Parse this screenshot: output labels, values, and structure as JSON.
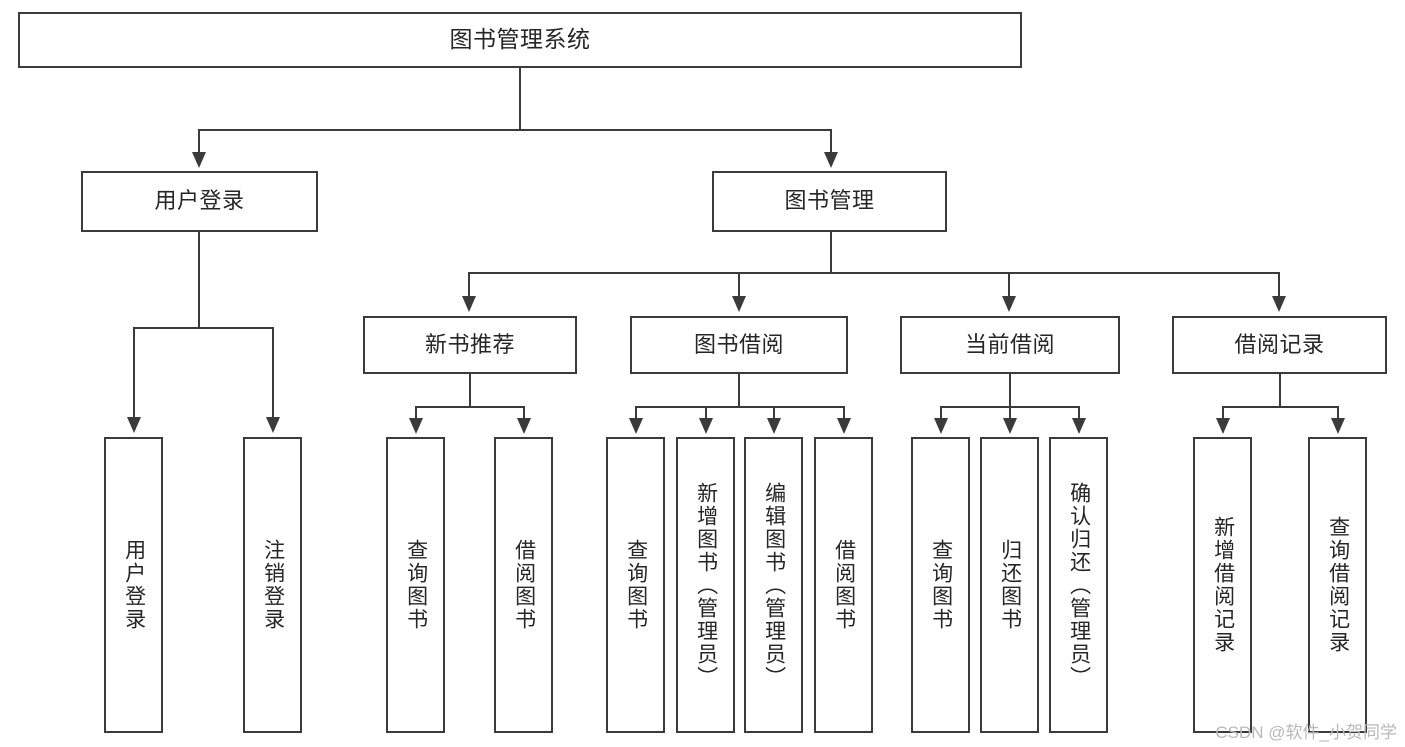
{
  "diagram": {
    "title": "图书管理系统",
    "type": "tree-hierarchy-diagram",
    "colors": {
      "stroke": "#3b3b3b",
      "fill": "#ffffff",
      "text": "#262626",
      "watermark": "#b9b9b9"
    },
    "root": {
      "label": "图书管理系统"
    },
    "level2": [
      {
        "label": "用户登录"
      },
      {
        "label": "图书管理"
      }
    ],
    "level3": [
      {
        "label": "新书推荐"
      },
      {
        "label": "图书借阅"
      },
      {
        "label": "当前借阅"
      },
      {
        "label": "借阅记录"
      }
    ],
    "leaves": {
      "user_login": [
        {
          "label": "用户登录"
        },
        {
          "label": "注销登录"
        }
      ],
      "new_book_recommend": [
        {
          "label": "查询图书"
        },
        {
          "label": "借阅图书"
        }
      ],
      "book_borrow": [
        {
          "label": "查询图书"
        },
        {
          "label": "新增图书（管理员）"
        },
        {
          "label": "编辑图书（管理员）"
        },
        {
          "label": "借阅图书"
        }
      ],
      "current_borrow": [
        {
          "label": "查询图书"
        },
        {
          "label": "归还图书"
        },
        {
          "label": "确认归还（管理员）"
        }
      ],
      "borrow_record": [
        {
          "label": "新增借阅记录"
        },
        {
          "label": "查询借阅记录"
        }
      ]
    }
  },
  "watermark": {
    "text": "CSDN @软件_小贺同学"
  }
}
